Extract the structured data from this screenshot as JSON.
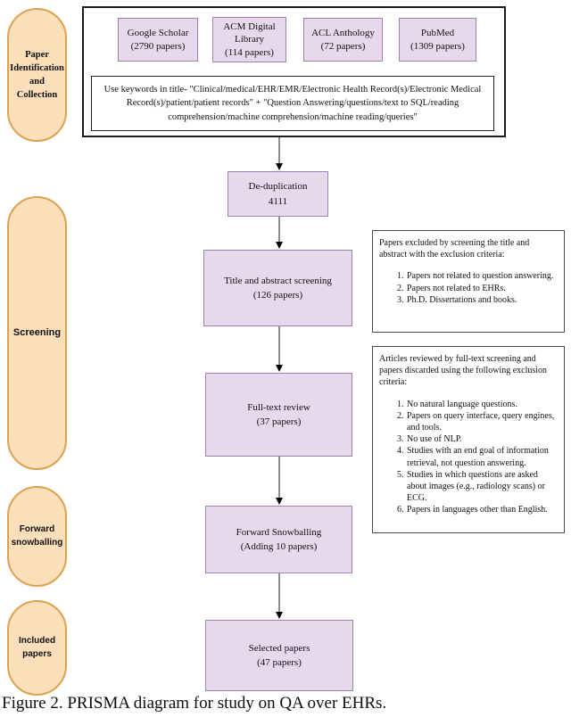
{
  "figure": {
    "caption": "Figure 2. PRISMA diagram for study on QA over EHRs."
  },
  "colors": {
    "page_bg": "#ffffff",
    "stage_fill": "#FBDFBB",
    "stage_border": "#DFA14E",
    "node_fill": "#E7D9EC",
    "node_border": "#9E82AB"
  },
  "stages": [
    {
      "label": "Paper Identification and Collection"
    },
    {
      "label": "Screening"
    },
    {
      "label": "Forward snowballing"
    },
    {
      "label": "Included papers"
    }
  ],
  "sources": [
    {
      "name": "Google Scholar",
      "count": "(2790 papers)"
    },
    {
      "name": "ACM Digital Library",
      "count": "(114 papers)"
    },
    {
      "name": "ACL Anthology",
      "count": "(72 papers)"
    },
    {
      "name": "PubMed",
      "count": "(1309 papers)"
    }
  ],
  "keywords_note": "Use keywords in title- \"Clinical/medical/EHR/EMR/Electronic Health Record(s)/Electronic Medical Record(s)/patient/patient records\" + \"Question Answering/questions/text to SQL/reading comprehension/machine comprehension/machine reading/queries\"",
  "flow": [
    {
      "title": "De-duplication",
      "count": "4111"
    },
    {
      "title": "Title and abstract screening",
      "count": "(126 papers)"
    },
    {
      "title": "Full-text review",
      "count": "(37 papers)"
    },
    {
      "title": "Forward Snowballing",
      "count": "(Adding 10 papers)"
    },
    {
      "title": "Selected papers",
      "count": "(47 papers)"
    }
  ],
  "exclusions": [
    {
      "intro": "Papers excluded by screening the title and abstract with the exclusion criteria:",
      "items": [
        "Papers not related to question answering.",
        "Papers not related to EHRs.",
        "Ph.D. Dissertations and books."
      ]
    },
    {
      "intro": "Articles reviewed by full-text screening and papers discarded using the following exclusion criteria:",
      "items": [
        "No natural language questions.",
        "Papers on query interface, query engines, and tools.",
        "No use of NLP.",
        "Studies with an end goal of information retrieval, not question answering.",
        "Studies in which questions are asked about images (e.g., radiology scans) or ECG.",
        "Papers in languages other than English."
      ]
    }
  ]
}
